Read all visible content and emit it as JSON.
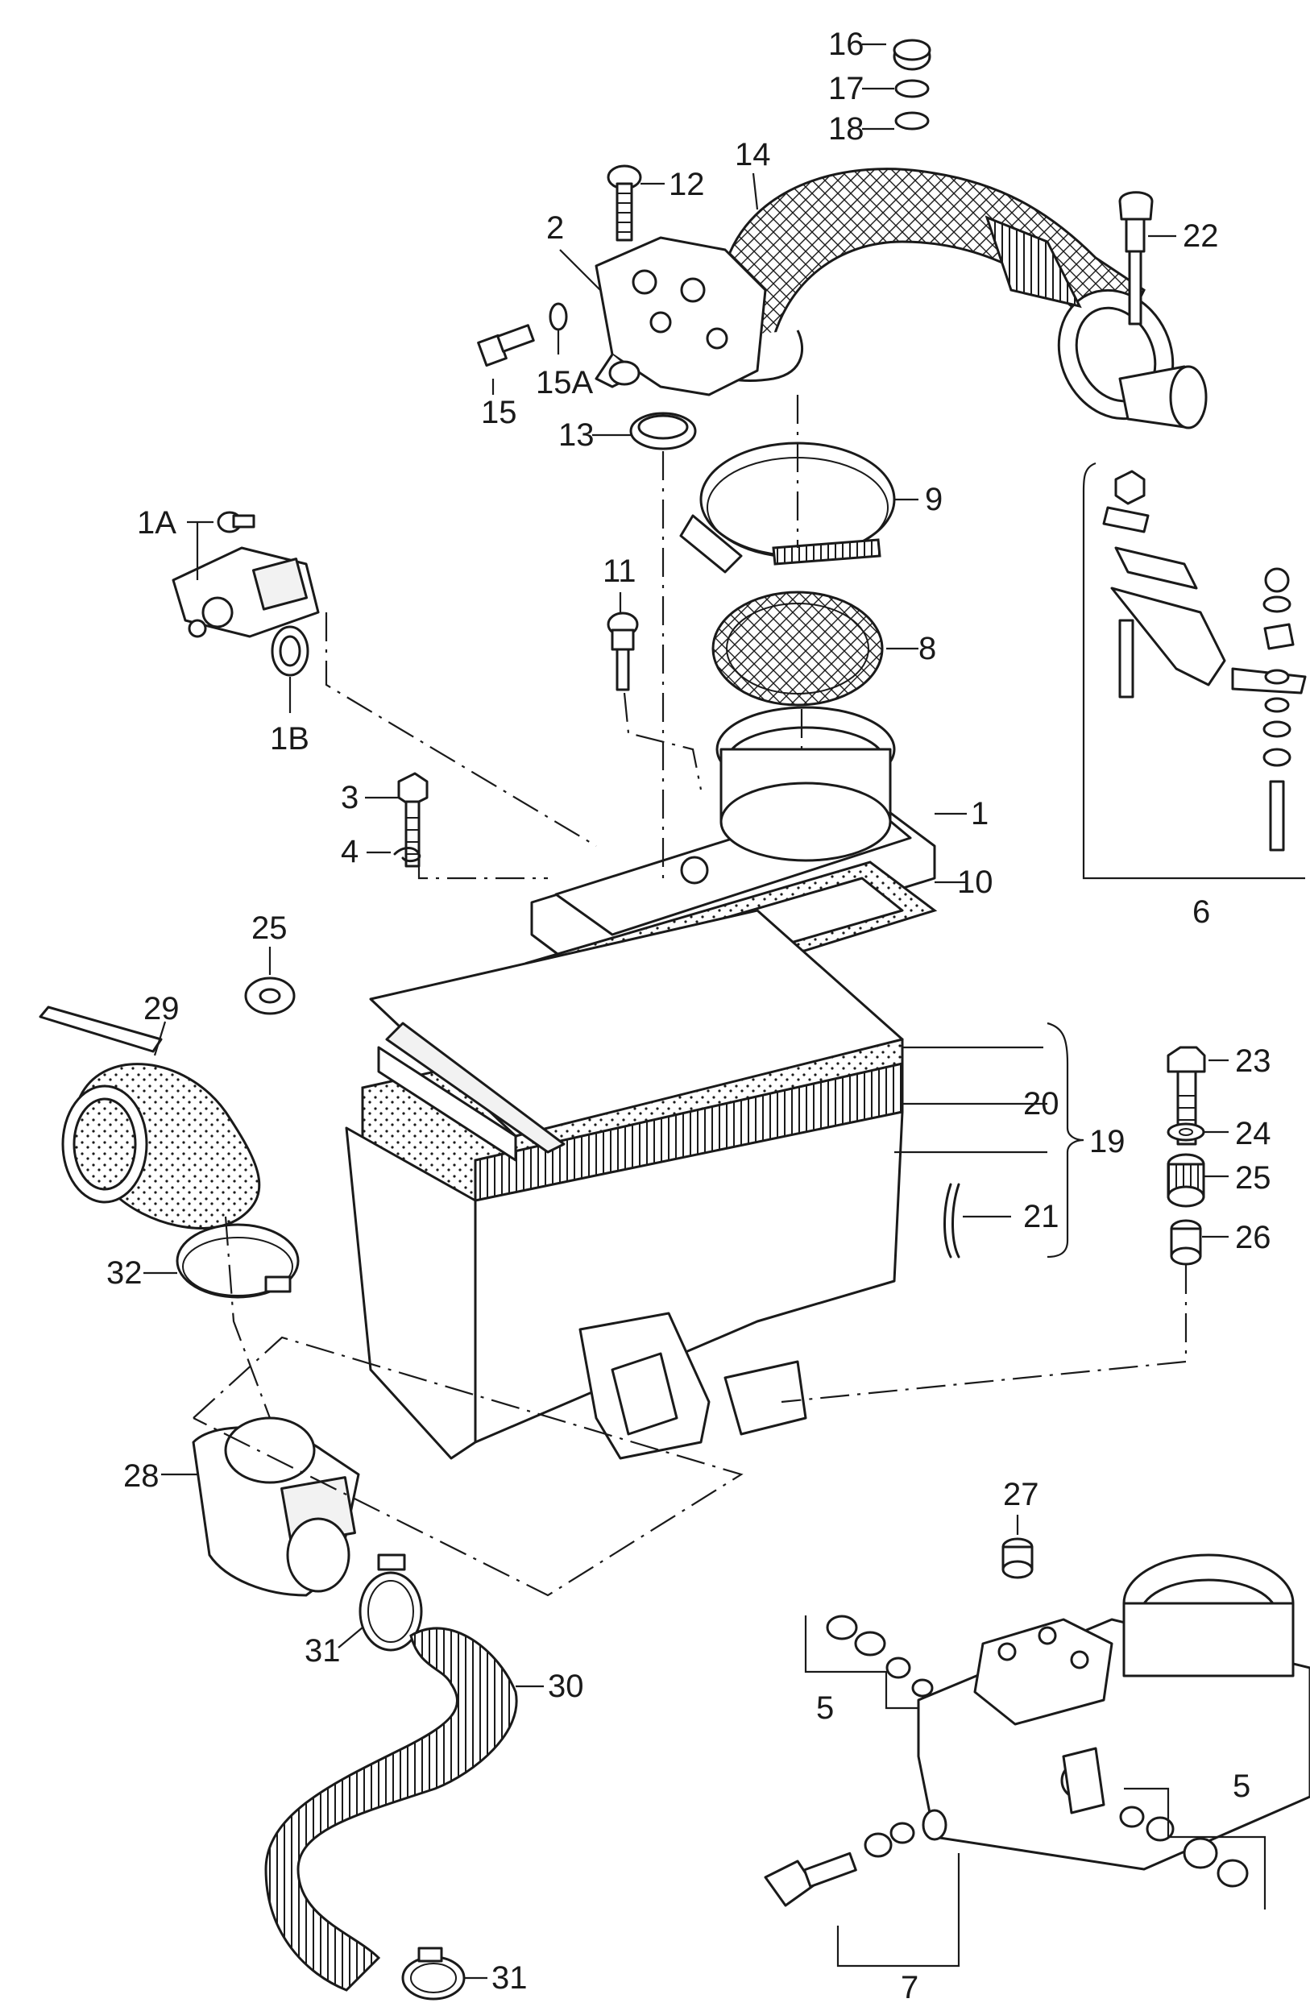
{
  "diagram": {
    "callouts": {
      "c1": "1",
      "c1A": "1A",
      "c1B": "1B",
      "c2": "2",
      "c3": "3",
      "c4": "4",
      "c5a": "5",
      "c5b": "5",
      "c6": "6",
      "c7": "7",
      "c8": "8",
      "c9": "9",
      "c10": "10",
      "c11": "11",
      "c12": "12",
      "c13": "13",
      "c14": "14",
      "c15": "15",
      "c15A": "15A",
      "c16": "16",
      "c17": "17",
      "c18": "18",
      "c19": "19",
      "c20": "20",
      "c21": "21",
      "c22": "22",
      "c23": "23",
      "c24": "24",
      "c25a": "25",
      "c25b": "25",
      "c26": "26",
      "c27": "27",
      "c28": "28",
      "c29": "29",
      "c30": "30",
      "c31a": "31",
      "c31b": "31",
      "c32": "32"
    }
  }
}
